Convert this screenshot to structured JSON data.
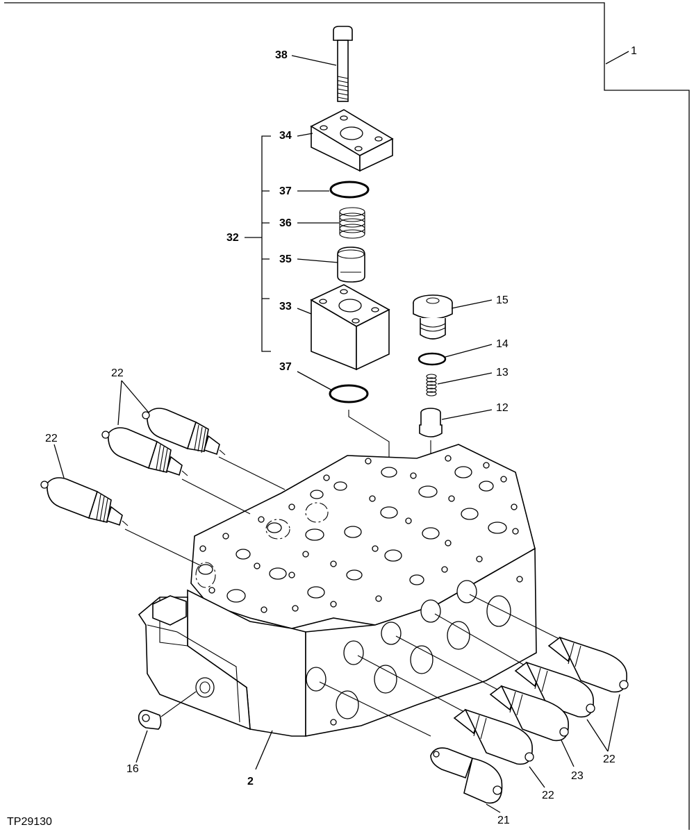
{
  "figure_id": "TP29130",
  "callouts": {
    "c1": "1",
    "c2": "2",
    "c12": "12",
    "c13": "13",
    "c14": "14",
    "c15": "15",
    "c16": "16",
    "c21": "21",
    "c22_top": "22",
    "c22_left": "22",
    "c22_right": "22",
    "c22_bottom": "22",
    "c23": "23",
    "c32": "32",
    "c33": "33",
    "c34": "34",
    "c35": "35",
    "c36": "36",
    "c37_top": "37",
    "c37_bottom": "37",
    "c38": "38"
  }
}
